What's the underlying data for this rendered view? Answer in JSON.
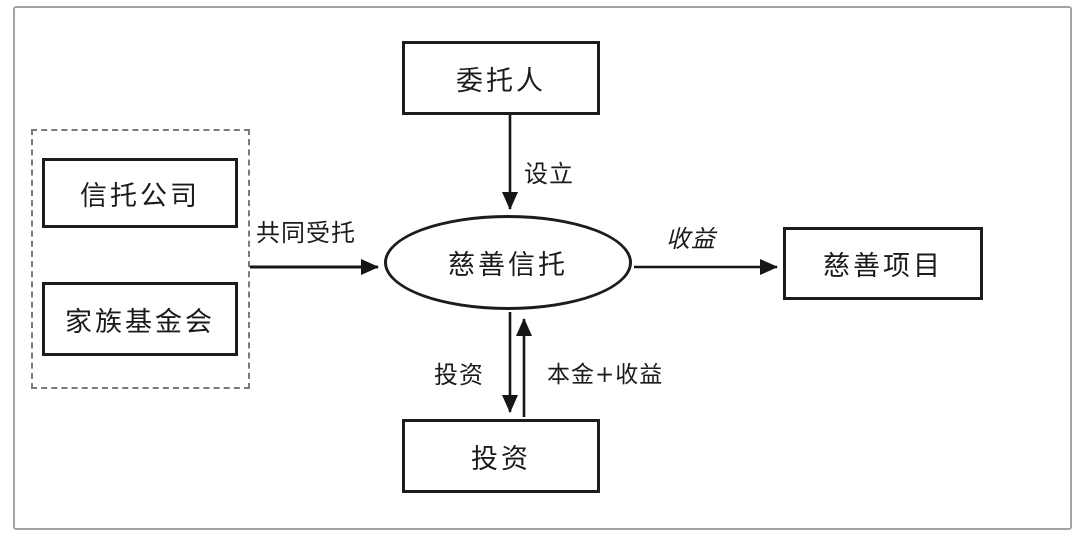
{
  "diagram": {
    "title": "charitable-trust-structure-flowchart",
    "nodes": {
      "settlor": "委托人",
      "trust": "慈善信托",
      "trust_company": "信托公司",
      "family_foundation": "家族基金会",
      "charity_project": "慈善项目",
      "investment": "投资"
    },
    "edges": {
      "establish": "设立",
      "joint_trusteeship": "共同受托",
      "income": "收益",
      "invest": "投资",
      "principal_plus_income": "本金+收益"
    },
    "colors": {
      "node_stroke": "#1c1c1c",
      "text": "#1b1b1f",
      "outer_border": "#a3a3a3",
      "dashed_border": "#7a7a7a",
      "background": "#ffffff"
    }
  }
}
